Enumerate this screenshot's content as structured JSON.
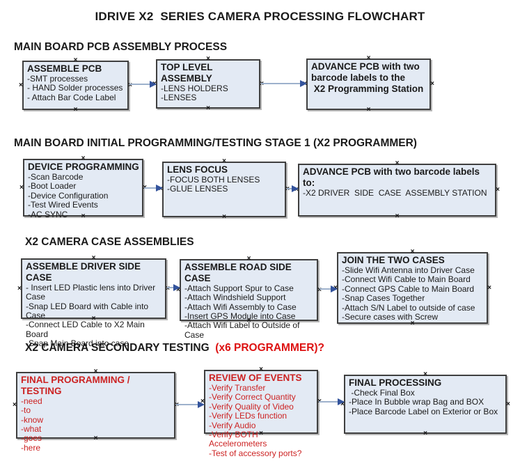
{
  "page": {
    "title": "IDRIVE X2  SERIES CAMERA PROCESSING FLOWCHART"
  },
  "glyphs": {
    "anchor": "×"
  },
  "colors": {
    "box_fill": "#e3eaf4",
    "box_border": "#3f3f3f",
    "connector_line": "#9db1cc",
    "connector_arrow": "#33539c",
    "black_text": "#1a1a1a",
    "red_text": "#cc2222",
    "heading_red": "#dd1111"
  },
  "sections": [
    {
      "heading": {
        "text": "MAIN BOARD PCB ASSEMBLY PROCESS"
      },
      "boxes": [
        {
          "title": "ASSEMBLE PCB",
          "items": [
            "-SMT processes",
            "- HAND Solder processes",
            "- Attach Bar Code Label"
          ]
        },
        {
          "title": "TOP LEVEL ASSEMBLY",
          "items": [
            "-LENS HOLDERS",
            "-LENSES"
          ]
        },
        {
          "title": "ADVANCE PCB with two\nbarcode labels to the\n X2 Programming Station",
          "items": []
        }
      ]
    },
    {
      "heading": {
        "text": "MAIN BOARD INITIAL PROGRAMMING/TESTING STAGE 1 (X2 PROGRAMMER)"
      },
      "boxes": [
        {
          "title": "DEVICE PROGRAMMING",
          "items": [
            "-Scan Barcode",
            "-Boot Loader",
            "-Device Configuration",
            "-Test Wired Events",
            "-AC SYNC"
          ]
        },
        {
          "title": "LENS FOCUS",
          "items": [
            "-FOCUS BOTH LENSES",
            "-GLUE LENSES"
          ]
        },
        {
          "title": "ADVANCE PCB with two barcode labels to:",
          "items": [
            "-X2 DRIVER  SIDE  CASE  ASSEMBLY STATION"
          ]
        }
      ]
    },
    {
      "heading": {
        "text": "X2 CAMERA CASE ASSEMBLIES"
      },
      "boxes": [
        {
          "title": "ASSEMBLE DRIVER SIDE CASE",
          "items": [
            "- Insert LED Plastic lens into Driver Case",
            "-Snap LED Board with Cable into Case",
            "-Connect LED Cable to X2 Main Board",
            "-Snap Main Board into case"
          ]
        },
        {
          "title": "ASSEMBLE ROAD SIDE CASE",
          "items": [
            "-Attach Support Spur to Case",
            "-Attach Windshield Support",
            "-Attach Wifi Assembly to Case",
            "-Insert GPS Module into Case",
            "-Attach Wifi Label to Outside of Case"
          ]
        },
        {
          "title": "JOIN THE TWO CASES",
          "items": [
            "-Slide Wifi Antenna into Driver Case",
            "-Connect Wifi Cable to Main Board",
            "-Connect GPS Cable to Main Board",
            "-Snap Cases Together",
            "-Attach S/N Label to outside of case",
            "-Secure cases with Screw"
          ]
        }
      ]
    },
    {
      "heading": {
        "text": "X2 CAMERA SECONDARY TESTING",
        "suffix": "  (x6 PROGRAMMER)?"
      },
      "boxes": [
        {
          "title": "FINAL PROGRAMMING / TESTING",
          "items": [
            "-need",
            "-to",
            "-know",
            "-what",
            "-goes",
            "-here"
          ]
        },
        {
          "title": "REVIEW OF EVENTS",
          "items": [
            "-Verify Transfer",
            "-Verify Correct Quantity",
            "-Verify Quality of Video",
            "-Verify LEDs function",
            "-Verify Audio",
            "-Verify BOTH Accelerometers",
            "-Test of accessory ports?"
          ]
        },
        {
          "title": "FINAL PROCESSING",
          "items": [
            " -Check Final Box",
            "-Place In Bubble wrap Bag and BOX",
            "-Place Barcode Label on Exterior or Box"
          ]
        }
      ]
    }
  ]
}
